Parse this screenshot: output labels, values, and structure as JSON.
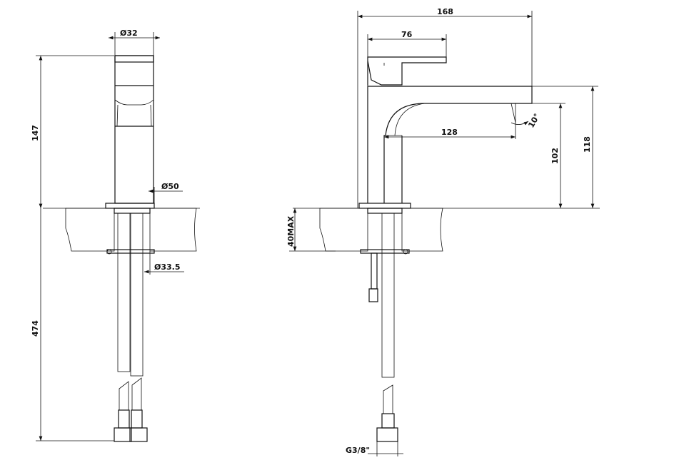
{
  "front_view": {
    "dim_top_diameter": "Ø32",
    "dim_height": "147",
    "dim_base_diameter": "Ø50",
    "dim_hole_diameter": "Ø33.5",
    "dim_hose_length": "474"
  },
  "side_view": {
    "dim_total_length": "168",
    "dim_lever_length": "76",
    "dim_spout_reach": "128",
    "dim_angle": "10°",
    "dim_spout_outlet_height": "102",
    "dim_spout_top_height": "118",
    "dim_counter_thickness": "40MAX",
    "dim_connection": "G3/8\""
  }
}
